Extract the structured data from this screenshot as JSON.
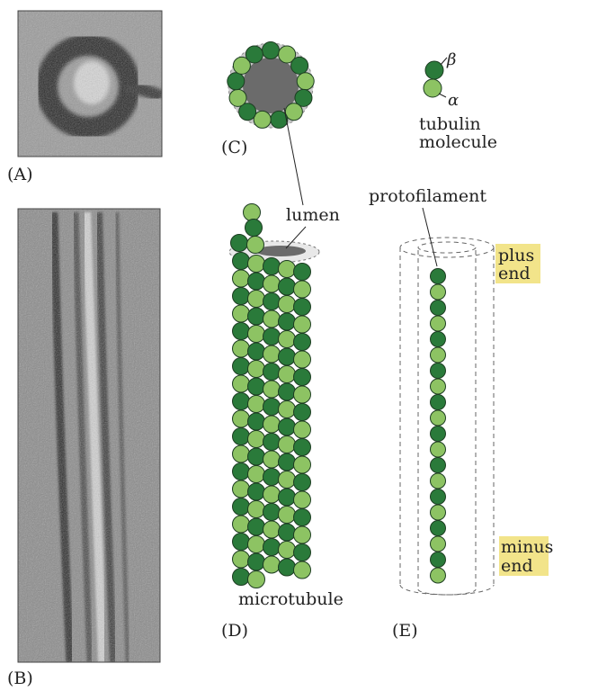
{
  "panels": {
    "a": "(A)",
    "b": "(B)",
    "c": "(C)",
    "d": "(D)",
    "e": "(E)"
  },
  "labels": {
    "beta": "β",
    "alpha": "α",
    "tubulin_line1": "tubulin",
    "tubulin_line2": "molecule",
    "lumen": "lumen",
    "protofilament": "protofilament",
    "microtubule": "microtubule",
    "plus_line1": "plus",
    "plus_line2": "end",
    "minus_line1": "minus",
    "minus_line2": "end"
  },
  "colors": {
    "alpha_tubulin": "#8dc363",
    "beta_tubulin": "#2a7a3a",
    "subunit_outline": "#1d3d22",
    "lumen_fill": "#6b6b6b",
    "end_highlight": "#f2e48a",
    "micrograph_bg": "#8c8c8c"
  }
}
